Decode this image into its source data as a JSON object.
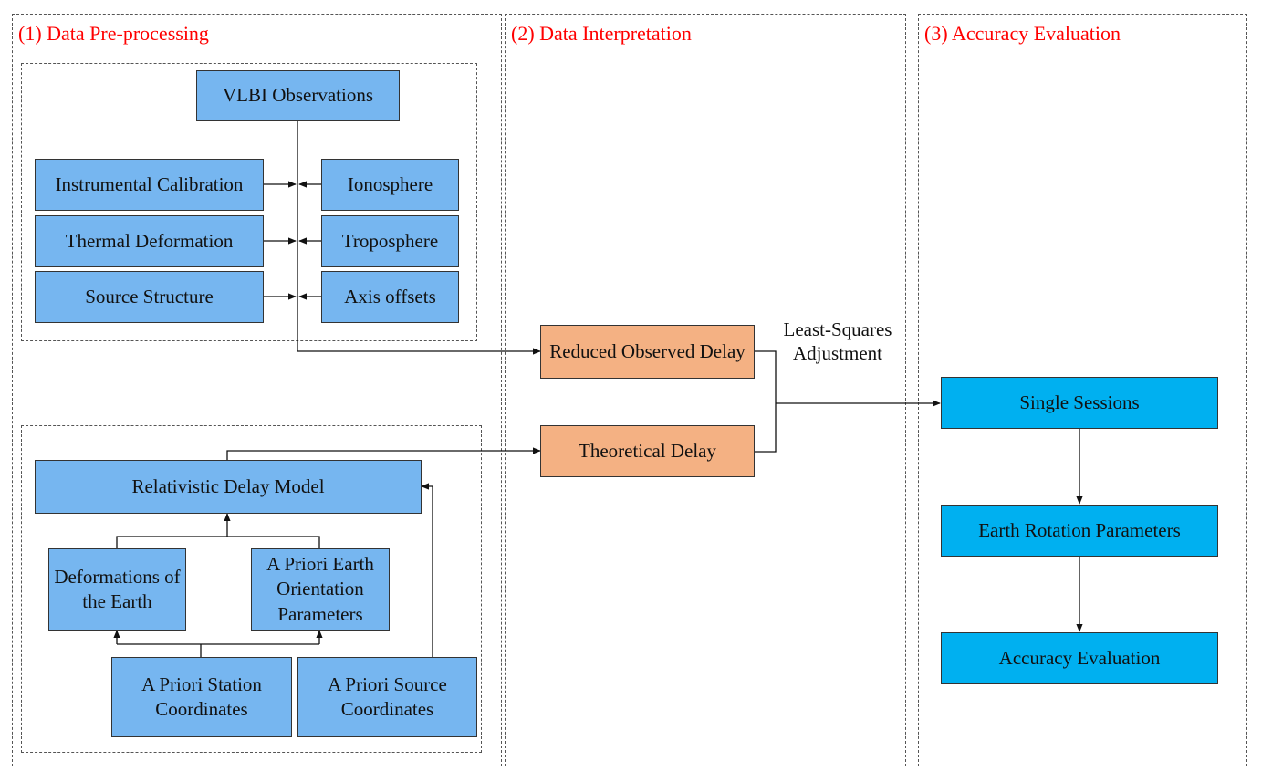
{
  "panels": {
    "pre": {
      "title": "(1) Data Pre-processing"
    },
    "interp": {
      "title": "(2) Data Interpretation"
    },
    "eval": {
      "title": "(3) Accuracy Evaluation"
    }
  },
  "nodes": {
    "vlbi": "VLBI Observations",
    "instr": "Instrumental Calibration",
    "thermal": "Thermal Deformation",
    "source_struct": "Source Structure",
    "iono": "Ionosphere",
    "tropo": "Troposphere",
    "axis": "Axis offsets",
    "reduced": "Reduced Observed Delay",
    "theoretical": "Theoretical Delay",
    "relativistic": "Relativistic Delay Model",
    "deform": "Deformations of the Earth",
    "eop": "A Priori Earth Orientation Parameters",
    "station": "A Priori Station Coordinates",
    "src_coords": "A Priori Source Coordinates",
    "single": "Single Sessions",
    "erp": "Earth Rotation Parameters",
    "accuracy": "Accuracy Evaluation"
  },
  "edge_labels": {
    "lsa": "Least-Squares Adjustment"
  }
}
